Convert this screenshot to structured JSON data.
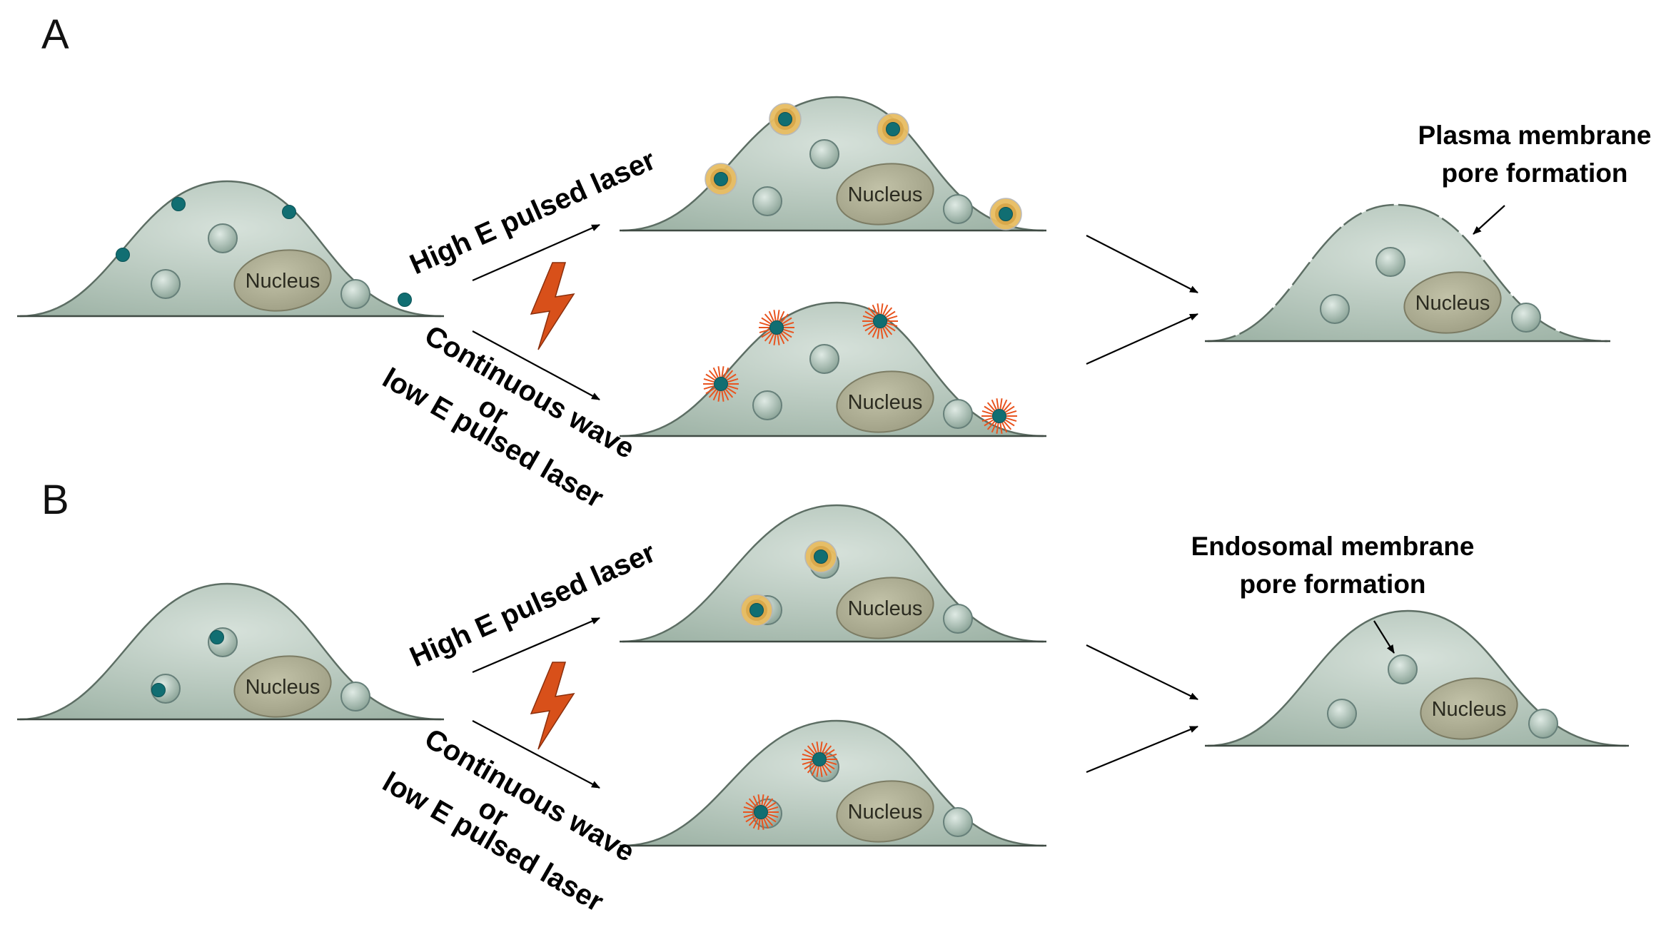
{
  "panels": [
    {
      "letter": "A",
      "high_label": "High E pulsed laser",
      "low_label_lines": [
        "Continuous wave",
        "or",
        "low E pulsed laser"
      ],
      "nucleus_label": "Nucleus",
      "result_lines": [
        "Plasma membrane",
        "pore formation"
      ]
    },
    {
      "letter": "B",
      "high_label": "High E pulsed laser",
      "low_label_lines": [
        "Continuous wave",
        "or",
        "low E pulsed laser"
      ],
      "nucleus_label": "Nucleus",
      "result_lines": [
        "Endosomal membrane",
        "pore formation"
      ]
    }
  ],
  "colors": {
    "cell_fill": "#a9bcb0",
    "cell_stroke": "#5d6e64",
    "nucleus_fill": "#a8a88f",
    "particle": "#116e72",
    "thermal_halo": "#e8bd62",
    "bubble_spikes": "#e8541f",
    "laser_bolt": "#d8501a"
  },
  "icons": {
    "laser": "lightning-bolt-icon",
    "flow": "arrow-icon"
  }
}
